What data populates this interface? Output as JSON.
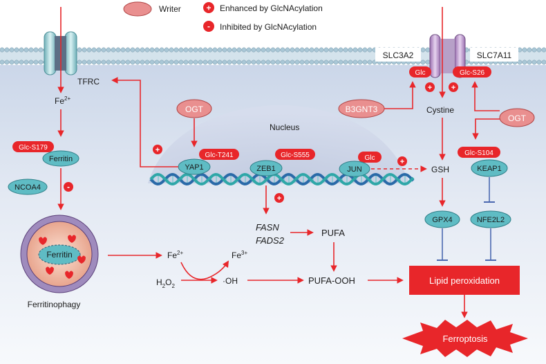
{
  "legend": {
    "writer": "Writer",
    "enhanced_symbol": "+",
    "enhanced": "Enhanced by GlcNAcylation",
    "inhibited_symbol": "-",
    "inhibited": "Inhibited by GlcNAcylation"
  },
  "membrane": {
    "tfrc": "TFRC",
    "slc3a2": "SLC3A2",
    "slc7a11": "SLC7A11",
    "glc": "Glc",
    "glc_s26": "Glc-S26"
  },
  "iron": {
    "fe2_top": "Fe",
    "fe2_top_sup": "2+",
    "glc_s179": "Glc-S179",
    "ferritin": "Ferritin",
    "ncoa4": "NCOA4",
    "minus": "-",
    "ferritin_inner": "Ferritin",
    "ferritinophagy": "Ferritinophagy",
    "fe2": "Fe",
    "fe2_sup": "2+",
    "fe3": "Fe",
    "fe3_sup": "3+",
    "h2o2_h": "H",
    "h2o2_sub": "2",
    "h2o2_o": "O",
    "oh": "·OH"
  },
  "nucleus": {
    "label": "Nucleus",
    "ogt": "OGT",
    "yap1": "YAP1",
    "glc_t241": "Glc-T241",
    "zeb1": "ZEB1",
    "glc_s555": "Glc-S555",
    "jun": "JUN",
    "glc": "Glc",
    "plus": "+"
  },
  "lipid": {
    "fasn": "FASN",
    "fads2": "FADS2",
    "pufa": "PUFA",
    "pufa_ooh": "PUFA-OOH",
    "lipid_peroxidation": "Lipid peroxidation",
    "ferroptosis": "Ferroptosis"
  },
  "cystine": {
    "b3gnt3": "B3GNT3",
    "cystine": "Cystine",
    "ogt": "OGT",
    "glc_s104": "Glc-S104",
    "gsh": "GSH",
    "keap1": "KEAP1",
    "gpx4": "GPX4",
    "nfe2l2": "NFE2L2"
  },
  "colors": {
    "red": "#e8262a",
    "teal": "#5fbcc4",
    "writer": "#e98f8f",
    "inhibit": "#4a68b0",
    "membrane": "#a9c7d6",
    "cytoplasm": "#dfe6f1"
  }
}
